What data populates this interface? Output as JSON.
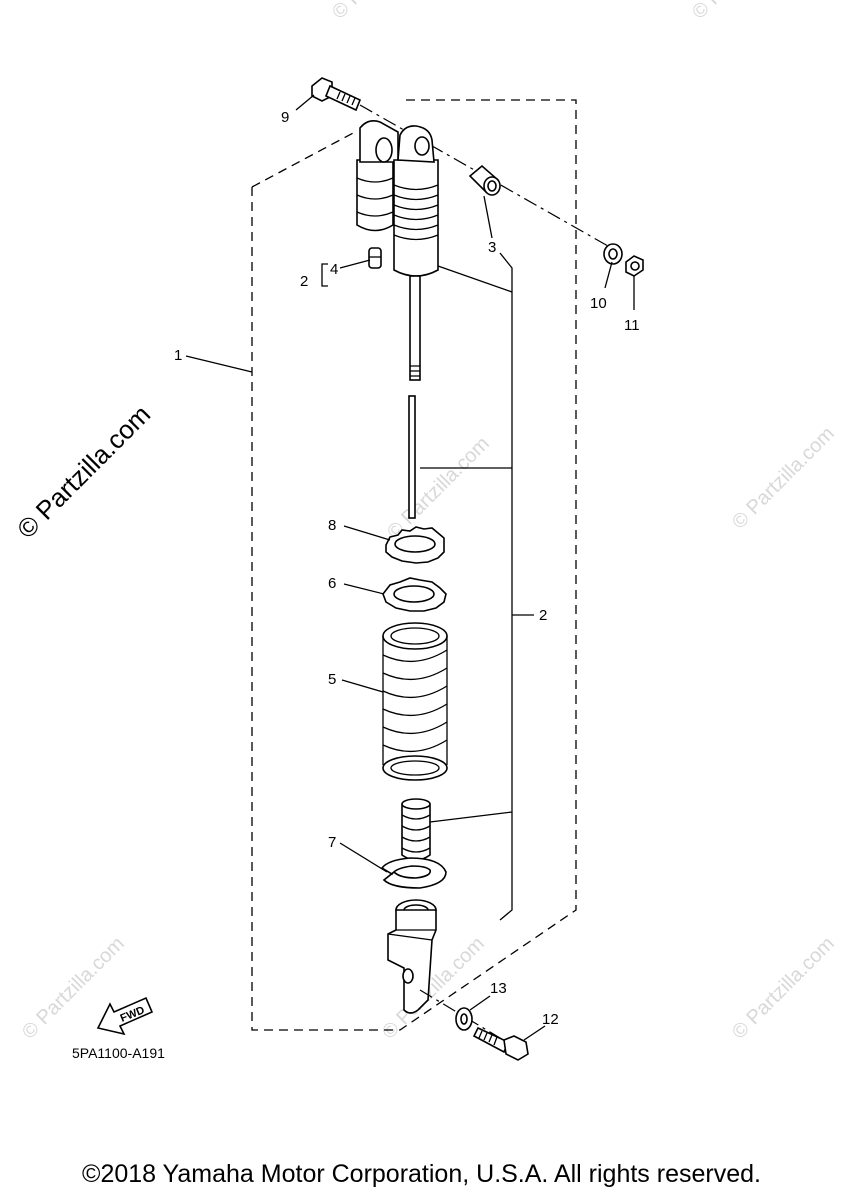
{
  "watermarks": {
    "main": "© Partzilla.com",
    "faint": "© Partzilla.com"
  },
  "callouts": {
    "c1": "1",
    "c2_left": "2",
    "c2_right": "2",
    "c3": "3",
    "c4": "4",
    "c5": "5",
    "c6": "6",
    "c7": "7",
    "c8": "8",
    "c9": "9",
    "c10": "10",
    "c11": "11",
    "c12": "12",
    "c13": "13"
  },
  "fwd_label": "FWD",
  "diagram_code": "5PA1100-A191",
  "copyright": "©2018 Yamaha Motor Corporation, U.S.A. All rights reserved."
}
